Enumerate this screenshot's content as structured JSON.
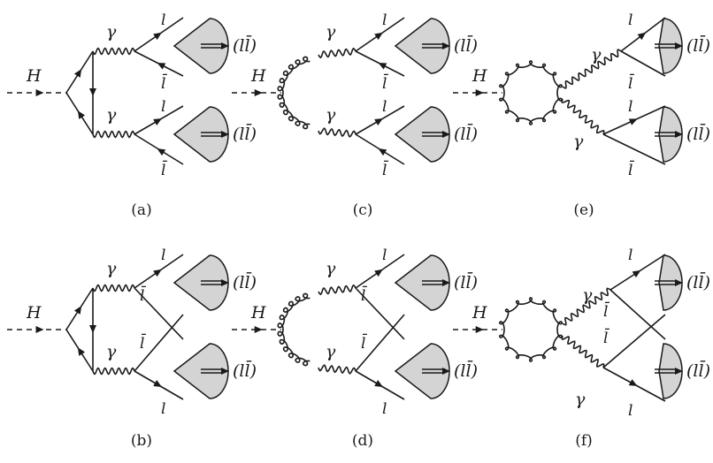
{
  "labels": {
    "higgs": "H",
    "photon": "γ",
    "lepton": "l",
    "antilepton": "l̄",
    "pair": "(ll̄)"
  },
  "captions": {
    "a": "(a)",
    "b": "(b)",
    "c": "(c)",
    "d": "(d)",
    "e": "(e)",
    "f": "(f)"
  },
  "colors": {
    "ink": "#1a1a1a",
    "blob_fill": "#d4d4d4"
  }
}
